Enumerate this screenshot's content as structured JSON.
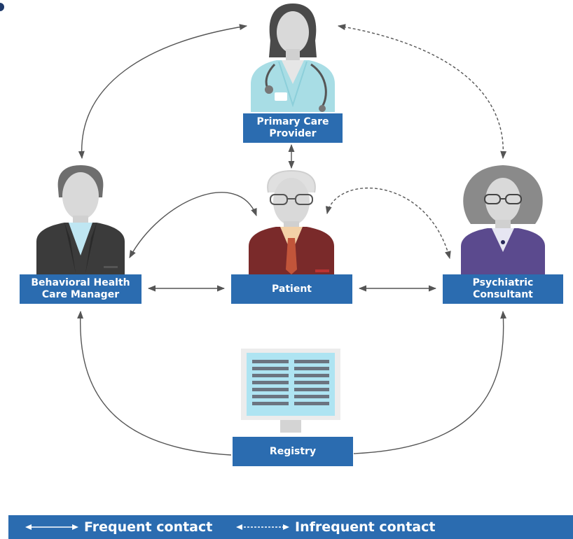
{
  "nodes": {
    "primary_care": {
      "line1": "Primary Care",
      "line2": "Provider"
    },
    "behavioral": {
      "line1": "Behavioral Health",
      "line2": "Care Manager"
    },
    "patient": {
      "line1": "Patient"
    },
    "psychiatric": {
      "line1": "Psychiatric",
      "line2": "Consultant"
    },
    "registry": {
      "line1": "Registry"
    }
  },
  "legend": {
    "frequent": "Frequent contact",
    "infrequent": "Infrequent contact"
  },
  "colors": {
    "label_bg": "#2b6cb0",
    "arrow": "#555555",
    "doctor_coat": "#a8dde5",
    "bhcm_suit": "#3b3b3b",
    "patient_suit": "#7a2a2a",
    "consultant_suit": "#5b4a8e",
    "monitor_screen": "#aee4f2"
  },
  "icons": [
    "doctor-figure",
    "care-manager-figure",
    "patient-figure",
    "consultant-figure",
    "registry-monitor"
  ]
}
